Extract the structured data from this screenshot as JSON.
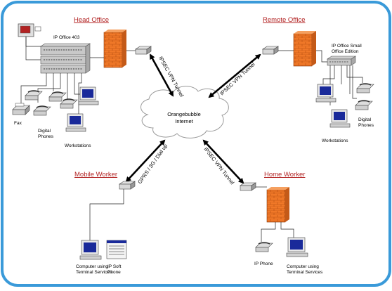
{
  "sites": {
    "head_office": "Head Office",
    "remote_office": "Remote Office",
    "mobile_worker": "Mobile Worker",
    "home_worker": "Home Worker"
  },
  "cloud": {
    "line1": "Orangebubble",
    "line2": "Internet"
  },
  "tunnels": {
    "head": "IPSEC VPN Tunnel",
    "remote": "IPSEC VPN Tunnel",
    "mobile": "GPRS / 3G / Dial up",
    "home": "IPSEC VPN Tunnel"
  },
  "labels": {
    "ip_office_403": "IP Office 403",
    "fax": "Fax",
    "digital_phones_head_1": "Digital",
    "digital_phones_head_2": "Phones",
    "workstations_head": "Workstations",
    "ip_office_small_1": "IP Office Small",
    "ip_office_small_2": "Office Edition",
    "digital_phones_remote_1": "Digital",
    "digital_phones_remote_2": "Phones",
    "workstations_remote": "Workstations",
    "mobile_computer_1": "Computer using",
    "mobile_computer_2": "Terminal Services",
    "ip_soft_phone_1": "IP Soft",
    "ip_soft_phone_2": "Phone",
    "ip_phone": "IP Phone",
    "home_computer_1": "Computer using",
    "home_computer_2": "Terminal Services"
  },
  "colors": {
    "frame_border": "#3a9ad9",
    "site_title": "#b22222",
    "firewall": "#f07828",
    "monitor_screen": "#1a2a9a"
  }
}
